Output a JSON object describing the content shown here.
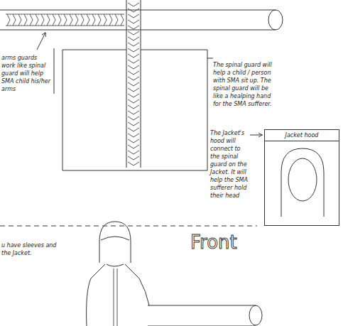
{
  "diagram": {
    "nodes": [
      {
        "text": [
          "Jacket hood"
        ]
      }
    ],
    "labels": [
      "arms guards work like spinal guard will help SMA child his/her arms",
      "The spinal guard will help a child / person with SMA sit up. The spinal guard will be like a healping hand for the SMA sufferer.",
      "The Jacket's hood will connect to the spinal guard on the Jacket. It will help the SMA sufferer hold their head",
      "u have sleeves and the Jacket.",
      "Front"
    ]
  }
}
